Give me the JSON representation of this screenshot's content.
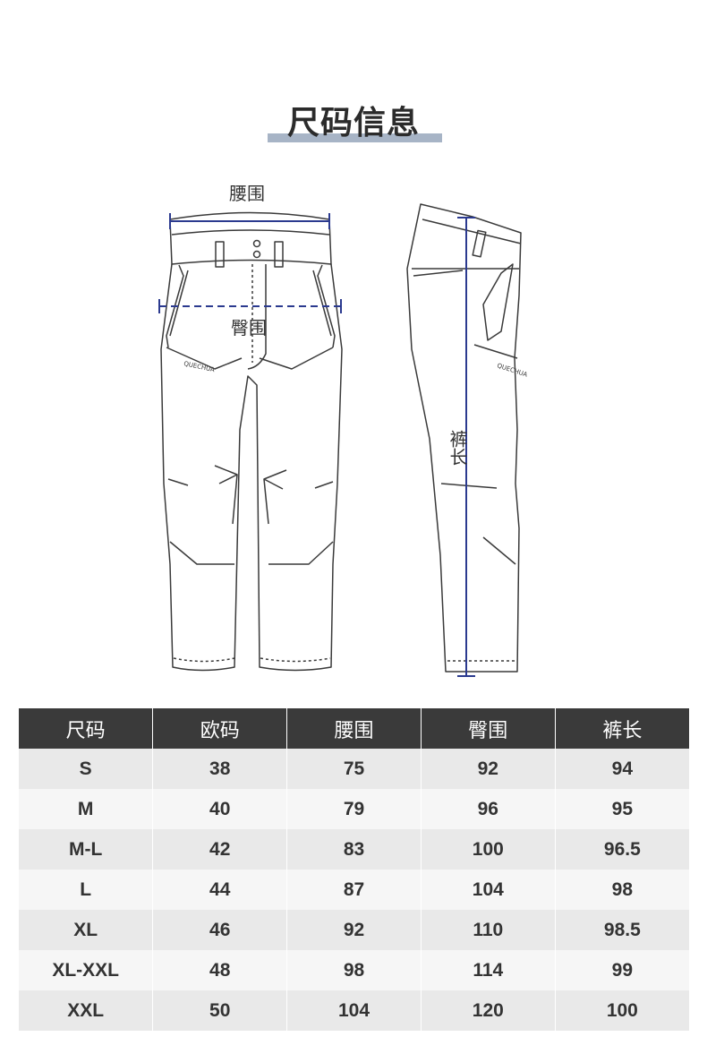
{
  "header": {
    "title": "尺码信息"
  },
  "illustration": {
    "waist_label": "腰围",
    "hip_label": "臀围",
    "length_label": "裤长",
    "brand_text": "QUECHUA",
    "measure_color": "#2b3a8f"
  },
  "table": {
    "headers": [
      "尺码",
      "欧码",
      "腰围",
      "臀围",
      "裤长"
    ],
    "rows": [
      [
        "S",
        "38",
        "75",
        "92",
        "94"
      ],
      [
        "M",
        "40",
        "79",
        "96",
        "95"
      ],
      [
        "M-L",
        "42",
        "83",
        "100",
        "96.5"
      ],
      [
        "L",
        "44",
        "87",
        "104",
        "98"
      ],
      [
        "XL",
        "46",
        "92",
        "110",
        "98.5"
      ],
      [
        "XL-XXL",
        "48",
        "98",
        "114",
        "99"
      ],
      [
        "XXL",
        "50",
        "104",
        "120",
        "100"
      ]
    ]
  }
}
